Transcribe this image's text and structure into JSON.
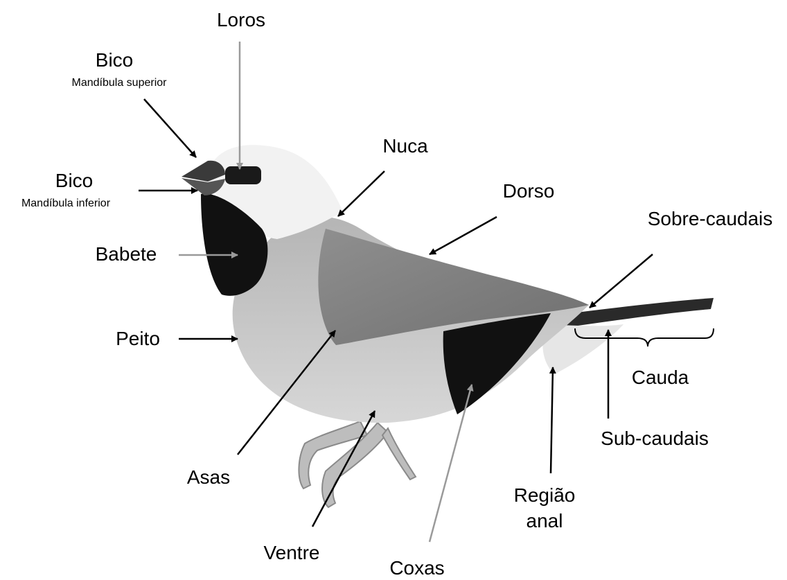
{
  "labels": {
    "loros": "Loros",
    "bico_sup_title": "Bico",
    "bico_sup_sub": "Mandíbula superior",
    "bico_inf_title": "Bico",
    "bico_inf_sub": "Mandíbula inferior",
    "nuca": "Nuca",
    "dorso": "Dorso",
    "sobre_caudais": "Sobre-caudais",
    "babete": "Babete",
    "peito": "Peito",
    "cauda": "Cauda",
    "sub_caudais": "Sub-caudais",
    "asas": "Asas",
    "regiao_anal_1": "Região",
    "regiao_anal_2": "anal",
    "ventre": "Ventre",
    "coxas": "Coxas"
  },
  "colors": {
    "arrow_black": "#000000",
    "arrow_gray": "#9a9a9a",
    "bib_black": "#111111",
    "body_light": "#c9c9c9",
    "body_mid": "#9d9d9d",
    "back_dark": "#7d7d7d"
  }
}
